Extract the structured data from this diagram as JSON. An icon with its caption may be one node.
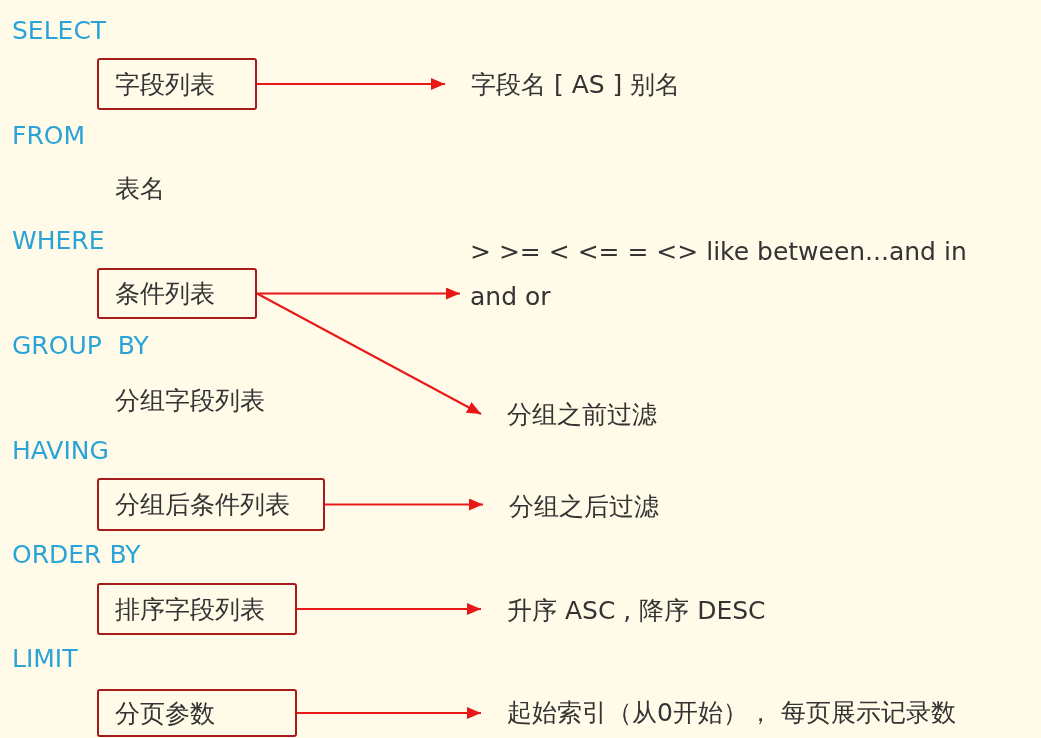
{
  "diagram": {
    "nodes": [
      {
        "text": [
          "字段列表"
        ]
      },
      {
        "text": [
          "字段名 [ AS ] 别名"
        ]
      },
      {
        "text": [
          "条件列表"
        ]
      },
      {
        "text": [
          "> >= < <= = <> like between...and in",
          "and or"
        ]
      },
      {
        "text": [
          "分组之前过滤"
        ]
      },
      {
        "text": [
          "分组后条件列表"
        ]
      },
      {
        "text": [
          "分组之后过滤"
        ]
      },
      {
        "text": [
          "排序字段列表"
        ]
      },
      {
        "text": [
          "升序 ASC , 降序 DESC"
        ]
      },
      {
        "text": [
          "分页参数"
        ]
      },
      {
        "text": [
          "起始索引（从0开始）， 每页展示记录数"
        ]
      }
    ],
    "edges": [
      {
        "from": 0,
        "to": 1,
        "arrow": "to"
      },
      {
        "from": 2,
        "to": 3,
        "arrow": "to"
      },
      {
        "from": 2,
        "to": 4,
        "arrow": "to"
      },
      {
        "from": 5,
        "to": 6,
        "arrow": "to"
      },
      {
        "from": 7,
        "to": 8,
        "arrow": "to"
      },
      {
        "from": 9,
        "to": 10,
        "arrow": "to"
      }
    ],
    "labels": [
      "SELECT",
      "FROM",
      "表名",
      "WHERE",
      "GROUP  BY",
      "分组字段列表",
      "HAVING",
      "ORDER BY",
      "LIMIT"
    ]
  }
}
